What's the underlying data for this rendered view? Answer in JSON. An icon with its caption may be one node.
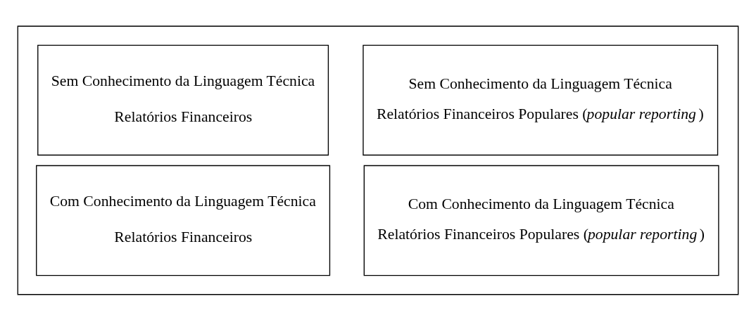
{
  "diagram": {
    "nodes": [
      {
        "text": [],
        "shape": "box"
      },
      {
        "text": [
          "Sem Conhecimento da Linguagem Técnica",
          "Relatórios Financeiros"
        ],
        "in": 0
      },
      {
        "text": [
          "Sem Conhecimento da Linguagem Técnica",
          "Relatórios Financeiros Populares (*popular reporting*)"
        ],
        "in": 0
      },
      {
        "text": [
          "Com Conhecimento da Linguagem Técnica",
          "Relatórios Financeiros"
        ],
        "in": 0
      },
      {
        "text": [
          "Com Conhecimento da Linguagem Técnica",
          "Relatórios Financeiros Populares (*popular reporting*)"
        ],
        "in": 0
      }
    ],
    "edges": []
  }
}
